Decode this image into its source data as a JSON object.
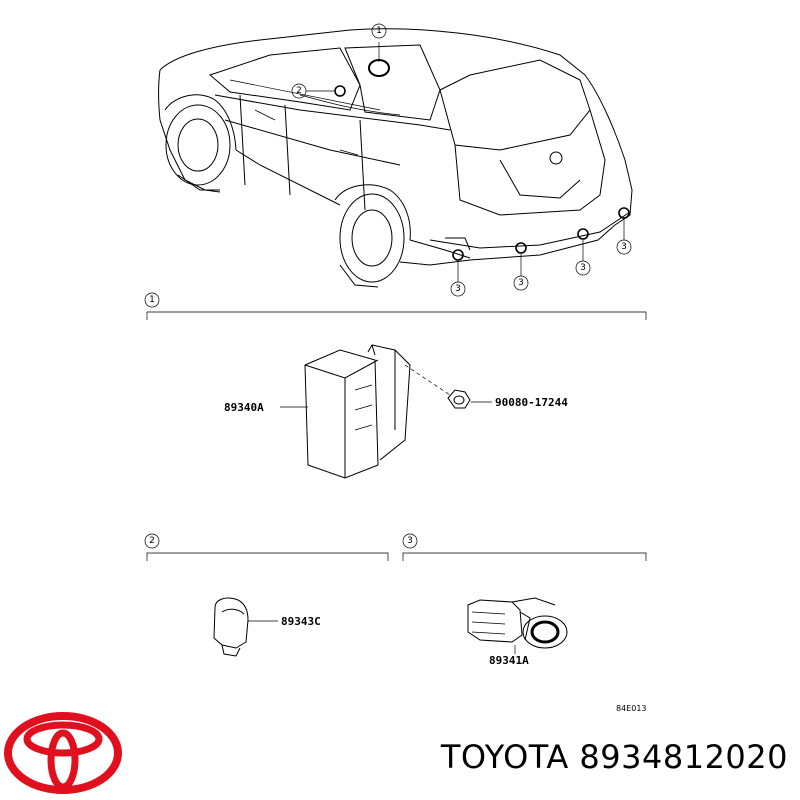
{
  "callouts": {
    "main_1": "1",
    "main_2": "2",
    "main_3": "3",
    "section_1": "1",
    "section_2": "2",
    "section_3": "3"
  },
  "parts": {
    "ecu": "89340A",
    "bolt": "90080-17244",
    "indicator": "89343C",
    "sensor": "89341A"
  },
  "diagram_code": "84E013",
  "brand": {
    "name": "TOYOTA",
    "part_number": "8934812020",
    "logo_color": "#e0101e"
  }
}
